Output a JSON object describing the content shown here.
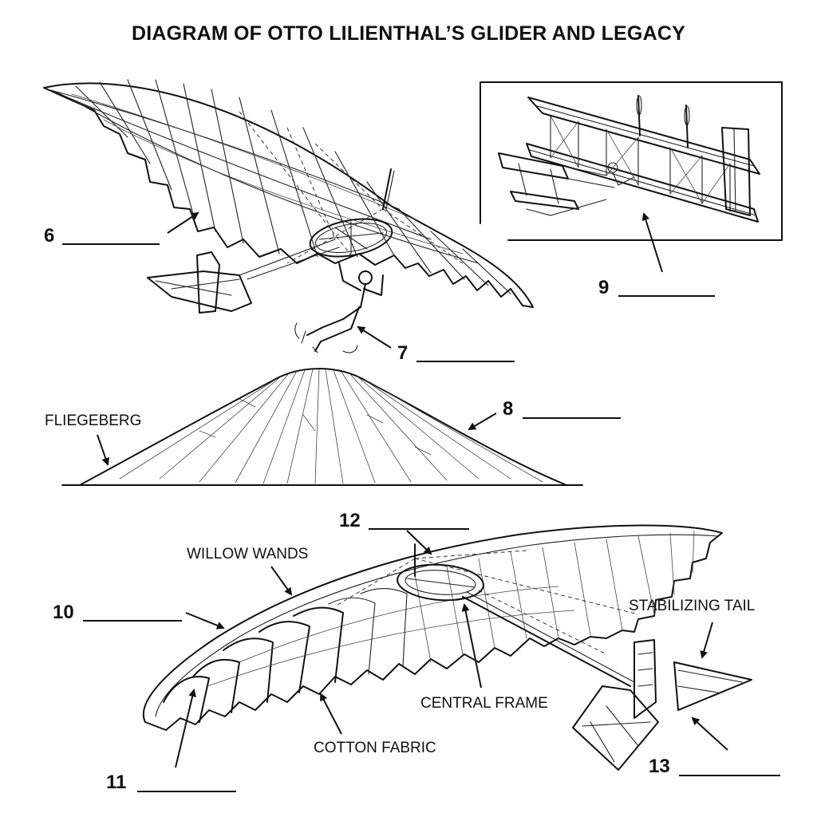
{
  "title": "DIAGRAM OF OTTO LILIENTHAL’S GLIDER AND LEGACY",
  "blanks": {
    "b6": "6",
    "b7": "7",
    "b8": "8",
    "b9": "9",
    "b10": "10",
    "b11": "11",
    "b12": "12",
    "b13": "13"
  },
  "labels": {
    "fliegeberg": "FLIEGEBERG",
    "willow_wands": "WILLOW WANDS",
    "stabilizing_tail": "STABILIZING TAIL",
    "central_frame": "CENTRAL FRAME",
    "cotton_fabric": "COTTON FABRIC"
  }
}
